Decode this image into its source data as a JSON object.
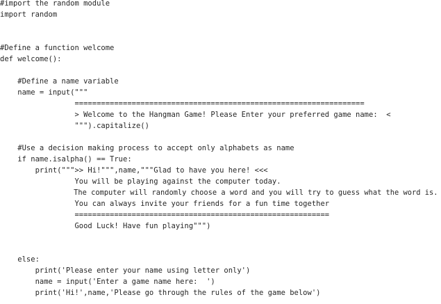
{
  "code": {
    "lines": [
      "#import the random module",
      "import random",
      "",
      "",
      "#Define a function welcome",
      "def welcome():",
      "",
      "    #Define a name variable",
      "    name = input(\"\"\"",
      "                 ==================================================================",
      "                 > Welcome to the Hangman Game! Please Enter your preferred game name:  <",
      "                 \"\"\").capitalize()",
      "",
      "    #Use a decision making process to accept only alphabets as name",
      "    if name.isalpha() == True:",
      "        print(\"\"\">> Hi!\"\"\",name,\"\"\"Glad to have you here! <<<",
      "                 You will be playing against the computer today.",
      "                 The computer will randomly choose a word and you will try to guess what the word is.",
      "                 You can always invite your friends for a fun time together",
      "                 ==========================================================",
      "                 Good Luck! Have fun playing\"\"\")",
      "",
      "",
      "    else:",
      "        print('Please enter your name using letter only')",
      "        name = input('Enter a game name here:  ')",
      "        print('Hi!',name,'Please go through the rules of the game below')"
    ]
  }
}
